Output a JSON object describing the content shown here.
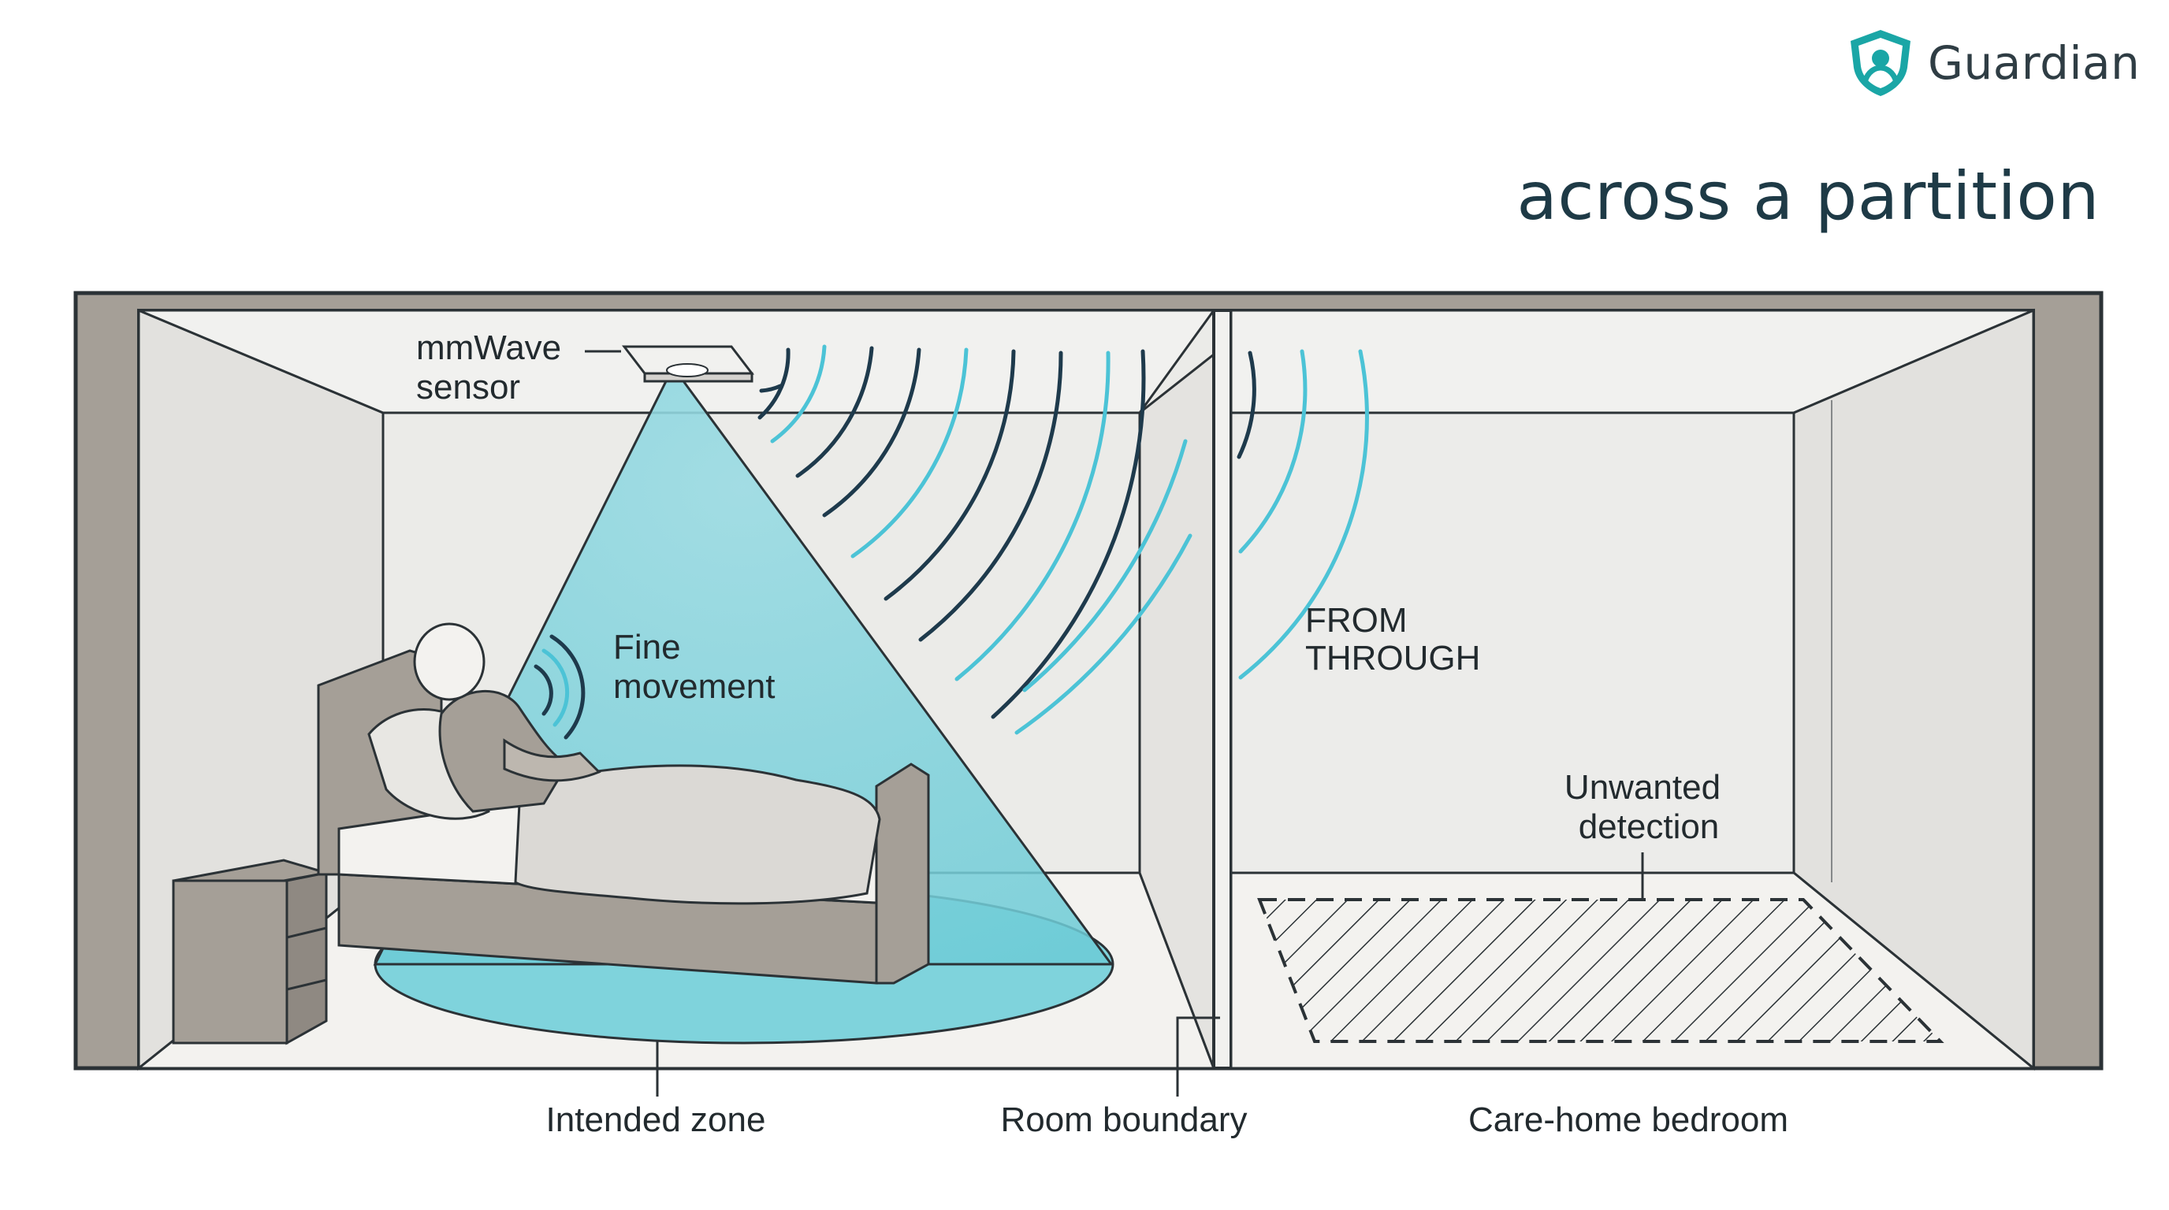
{
  "brand": {
    "name": "Guardian",
    "logo_icon": "shield-person-icon",
    "accent": "#1aa6a6"
  },
  "headline": "across a partition",
  "labels": {
    "sensor_line1": "mmWave",
    "sensor_line2": "sensor",
    "fine_line1": "Fine",
    "fine_line2": "movement",
    "from": "FROM",
    "through": "THROUGH",
    "unwanted_line1": "Unwanted",
    "unwanted_line2": "detection",
    "intended_zone": "Intended zone",
    "room_boundary": "Room boundary",
    "care_home": "Care-home bedroom"
  },
  "colors": {
    "beam": "#7fd3dc",
    "wave_dark": "#1e3a4c",
    "wave_light": "#4cc3d6",
    "wall": "#a59f97",
    "floor": "#f3f2ef",
    "line": "#2b3236"
  }
}
